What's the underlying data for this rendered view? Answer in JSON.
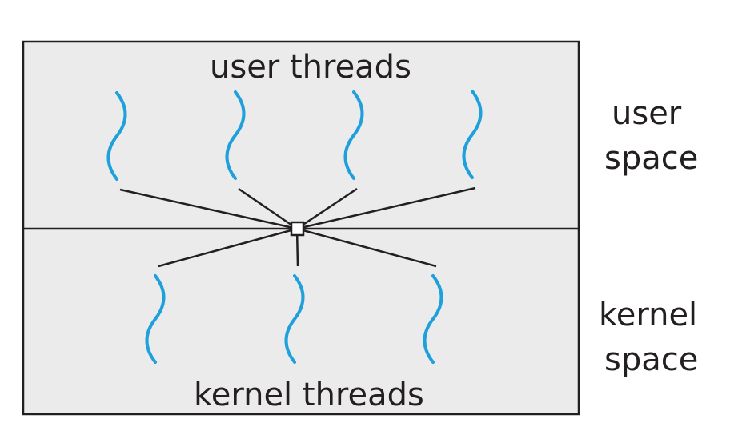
{
  "diagram": {
    "user_threads_label": "user threads",
    "kernel_threads_label": "kernel threads",
    "user_space_label": [
      "user",
      "space"
    ],
    "kernel_space_label": [
      "kernel",
      "space"
    ],
    "user_thread_count": 4,
    "kernel_thread_count": 3,
    "colors": {
      "thread": "#1ea0dc",
      "box_fill": "#ebebeb",
      "line": "#231f20",
      "text": "#231f20"
    },
    "icons": {
      "thread": "wavy-thread-icon",
      "junction": "junction-square"
    }
  }
}
